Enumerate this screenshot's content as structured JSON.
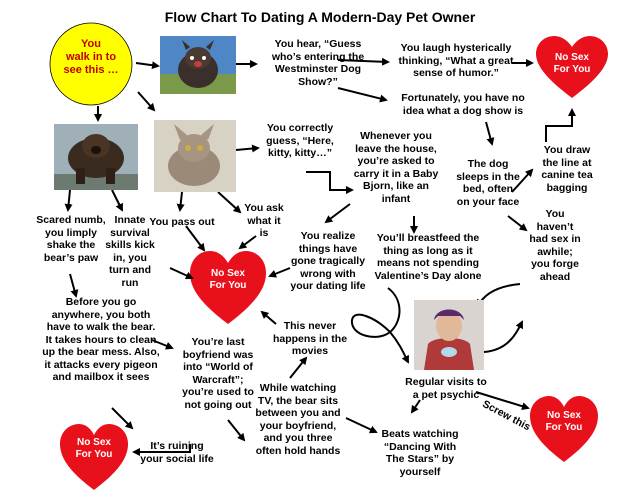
{
  "title": "Flow Chart To Dating A Modern-Day Pet Owner",
  "start": "You\nwalk in to\nsee this …",
  "hearts": {
    "top_right": "No Sex\nFor You",
    "center": "No Sex\nFor You",
    "bottom_left": "No Sex\nFor You",
    "bottom_right": "No Sex\nFor You"
  },
  "nodes": {
    "westminster": "You hear, “Guess\nwho’s entering the\nWestminster Dog\nShow?”",
    "laugh": "You laugh hysterically\nthinking, “What a great\nsense of humor.”",
    "fortunately": "Fortunately, you have no\nidea what a dog show is",
    "kitty": "You correctly\nguess, “Here,\nkitty, kitty…”",
    "baby_bjorn": "Whenever you\nleave the house,\nyou’re asked to\ncarry it in a Baby\nBjorn, like an\ninfant",
    "dog_sleeps": "The dog\nsleeps in the\nbed, often\non your face",
    "tea_bagging": "You draw\nthe line at\ncanine tea\nbagging",
    "havent_had_sex": "You\nhaven’t\nhad sex in\nawhile;\nyou forge\nahead",
    "scared": "Scared numb,\nyou limply\nshake the\nbear’s paw",
    "survival": "Innate\nsurvival\nskills kick\nin, you\nturn and\nrun",
    "pass_out": "You pass out",
    "ask": "You ask\nwhat it\nis",
    "realize": "You realize\nthings have\ngone tragically\nwrong with\nyour dating life",
    "breastfeed": "You’ll breastfeed the\nthing as long as it\nmeans not spending\nValentine’s Day alone",
    "walk_bear": "Before you go\nanywhere, you both\nhave to walk the bear.\nIt takes hours to clean\nup the bear mess. Also,\nit attacks every pigeon\nand mailbox it sees",
    "warcraft": "You’re last\nboyfriend was\ninto “World of\nWarcraft”;\nyou’re used to\nnot going out",
    "movies": "This never\nhappens in the\nmovies",
    "psychic": "Regular visits to\na pet psychic",
    "screw_this": "Screw this",
    "tv": "While watching\nTV, the bear sits\nbetween you and\nyour boyfriend,\nand you three\noften hold hands",
    "social_life": "It’s ruining\nyour social life",
    "dancing": "Beats watching\n“Dancing With\nThe Stars” by\nyourself"
  },
  "colors": {
    "heart": "#e8101a",
    "start_fill": "#ffff00",
    "start_text": "#c00000",
    "arrow": "#000000"
  },
  "images": [
    "dog-photo",
    "bear-photo",
    "hairless-cat-photo",
    "pet-psychic-photo"
  ]
}
